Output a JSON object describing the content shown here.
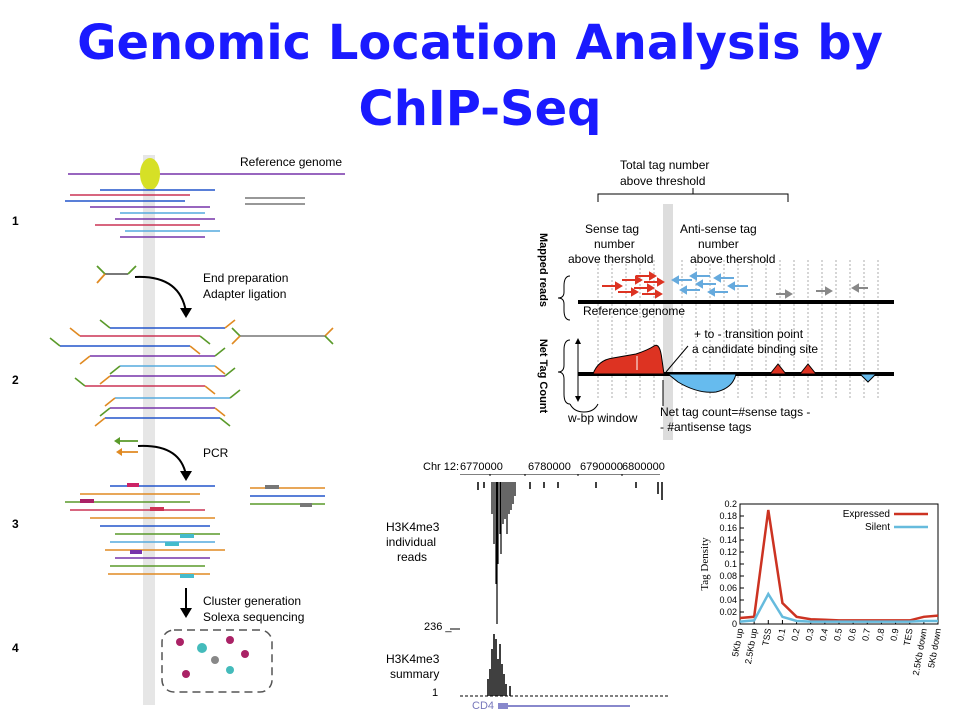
{
  "title": {
    "line1": "Genomic Location Analysis  by",
    "line2": "ChIP-Seq"
  },
  "workflow": {
    "reference_label": "Reference genome",
    "steps": [
      "1",
      "2",
      "3",
      "4"
    ],
    "step1_arrow_label_1": "End preparation",
    "step1_arrow_label_2": "Adapter ligation",
    "step2_arrow_label": "PCR",
    "step3_arrow_label_1": "Cluster generation",
    "step3_arrow_label_2": "Solexa sequencing"
  },
  "peak_diagram": {
    "total_label_1": "Total tag number",
    "total_label_2": "above threshold",
    "sense_label_1": "Sense tag",
    "sense_label_2": "number",
    "sense_label_3": "above thershold",
    "anti_label_1": "Anti-sense tag",
    "anti_label_2": "number",
    "anti_label_3": "above thershold",
    "mapped_reads": "Mapped reads",
    "reference_genome": "Reference genome",
    "net_tag_count": "Net Tag Count",
    "transition_1": "+ to -  transition point",
    "transition_2": "a candidate binding site",
    "window": "w-bp window",
    "net_formula_1": "Net tag count=#sense tags -",
    "net_formula_2": "- #antisense tags"
  },
  "browser": {
    "chr": "Chr 12:",
    "coords": [
      "6770000",
      "6780000",
      "6790000",
      "6800000"
    ],
    "reads_label_1": "H3K4me3",
    "reads_label_2": "individual",
    "reads_label_3": "reads",
    "scale_top": "236 _",
    "scale_bottom": "1",
    "summary_label_1": "H3K4me3",
    "summary_label_2": "summary",
    "gene": "CD4"
  },
  "colors": {
    "title": "#1a1aff",
    "expressed": "#cc3322",
    "silent": "#66bbdd",
    "sense": "#dd3322",
    "antisense": "#66aadd"
  },
  "chart_data": {
    "type": "line",
    "ylabel": "Tag Density",
    "ylim": [
      0,
      0.2
    ],
    "yticks": [
      "0",
      "0.02",
      "0.04",
      "0.06",
      "0.08",
      "0.1",
      "0.12",
      "0.14",
      "0.16",
      "0.18",
      "0.2"
    ],
    "categories": [
      "5Kb up",
      "2.5Kb up",
      "TSS",
      "0.1",
      "0.2",
      "0.3",
      "0.4",
      "0.5",
      "0.6",
      "0.7",
      "0.8",
      "0.9",
      "TES",
      "2.5Kb down",
      "5Kb down"
    ],
    "series": [
      {
        "name": "Expressed",
        "color": "#cc3322",
        "values": [
          0.01,
          0.012,
          0.19,
          0.035,
          0.012,
          0.008,
          0.007,
          0.006,
          0.006,
          0.006,
          0.006,
          0.006,
          0.006,
          0.012,
          0.014
        ]
      },
      {
        "name": "Silent",
        "color": "#66bbdd",
        "values": [
          0.004,
          0.006,
          0.05,
          0.012,
          0.005,
          0.004,
          0.004,
          0.004,
          0.004,
          0.004,
          0.004,
          0.004,
          0.004,
          0.005,
          0.005
        ]
      }
    ],
    "legend": "top-right"
  }
}
